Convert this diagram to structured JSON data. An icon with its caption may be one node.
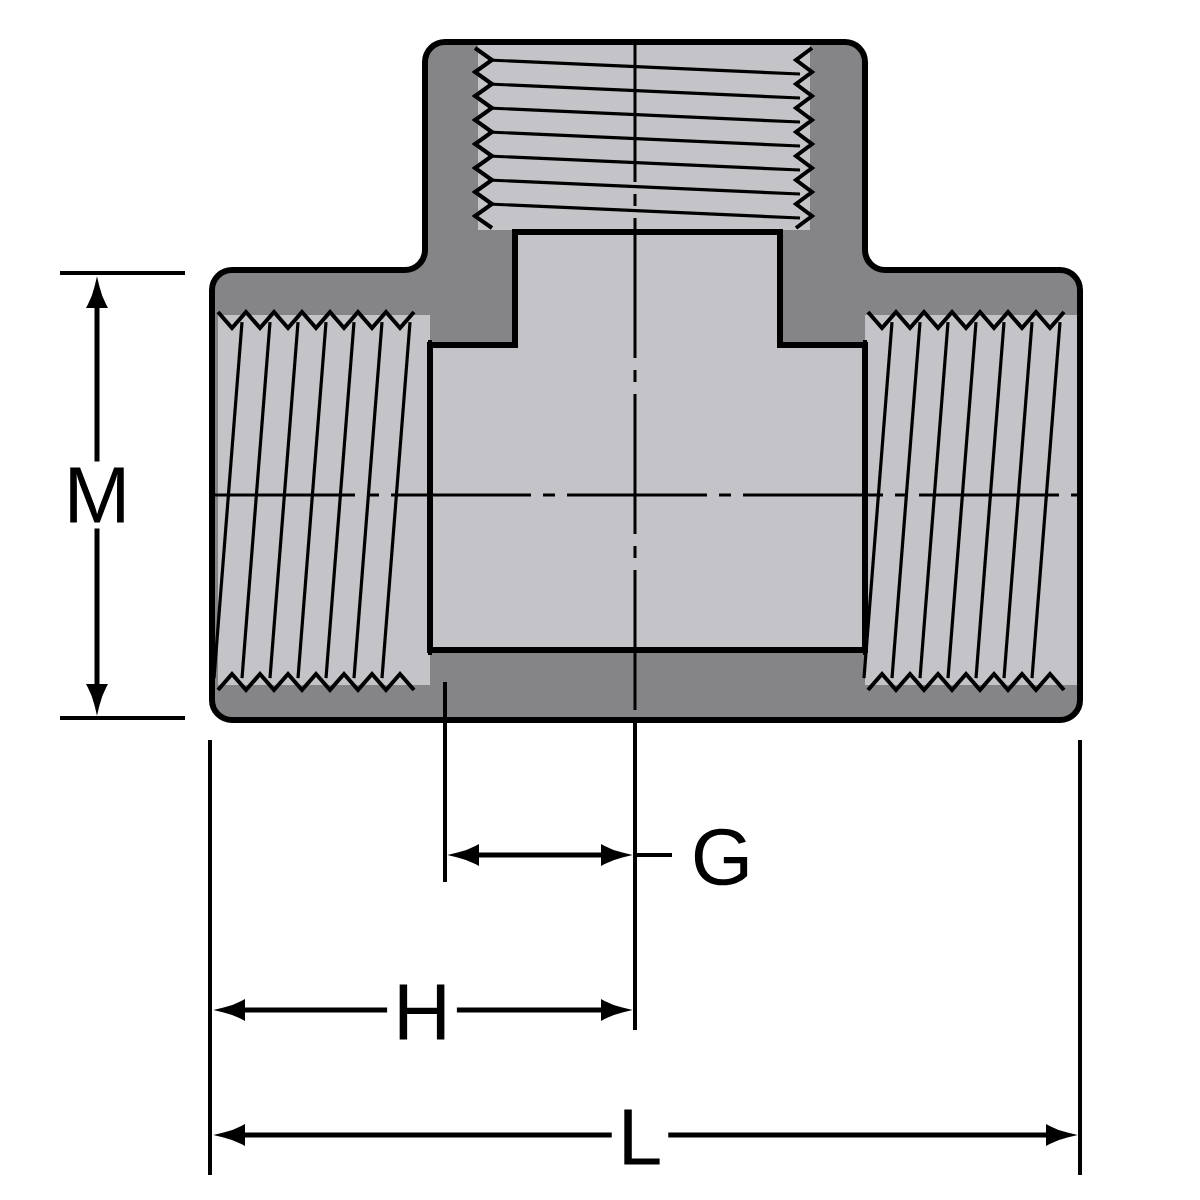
{
  "diagram": {
    "labels": [
      "M",
      "G",
      "H",
      "L"
    ]
  }
}
